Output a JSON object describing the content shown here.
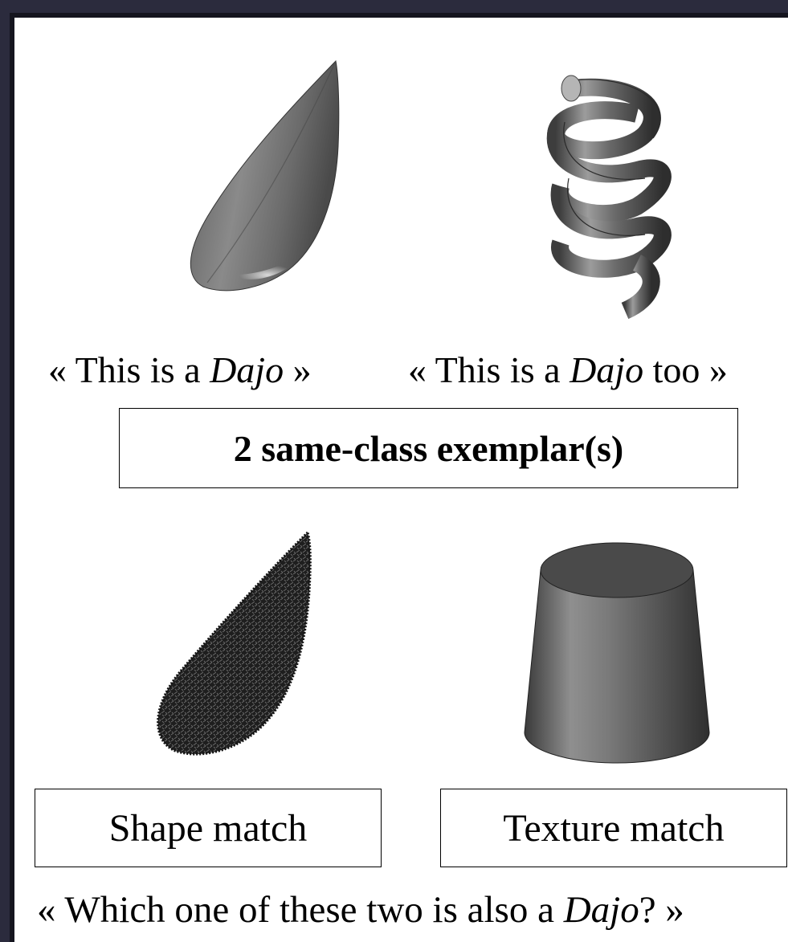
{
  "exemplars": {
    "caption1": {
      "pre": "« This is a ",
      "word": "Dajo",
      "post": " »"
    },
    "caption2": {
      "pre": "« This is a ",
      "word": "Dajo",
      "post": " too »"
    },
    "count_label": "2 same-class exemplar(s)"
  },
  "test": {
    "shape_label": "Shape match",
    "texture_label": "Texture match"
  },
  "question": {
    "pre": "« Which one of these two is also a ",
    "word": "Dajo",
    "post": "? »"
  },
  "objects": {
    "exemplar1": "smooth-teardrop",
    "exemplar2": "coiled-spring",
    "shape_match": "textured-teardrop",
    "texture_match": "smooth-truncated-cone"
  }
}
